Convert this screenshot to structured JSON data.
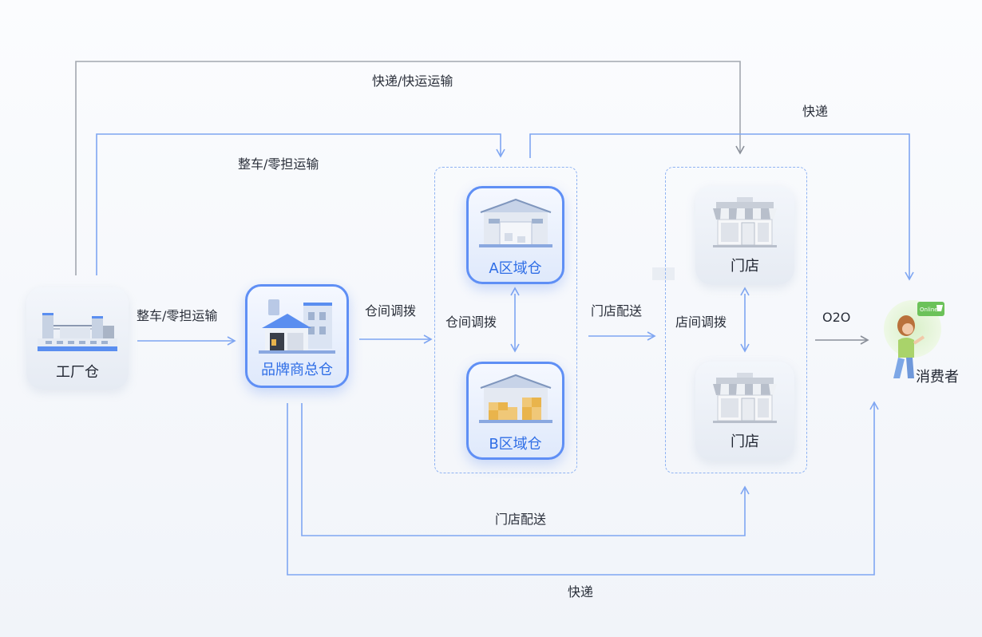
{
  "colors": {
    "flow_blue": "#7fa6f2",
    "flow_gray": "#a2a7b0",
    "accent_blue": "#2f6ee6"
  },
  "nodes": {
    "factory": {
      "label": "工厂仓",
      "icon": "factory-icon"
    },
    "brand_hq": {
      "label": "品牌商总仓",
      "icon": "warehouse-icon"
    },
    "region_a": {
      "label": "A区域仓",
      "icon": "warehouse-icon"
    },
    "region_b": {
      "label": "B区域仓",
      "icon": "warehouse-boxes-icon"
    },
    "store_1": {
      "label": "门店",
      "icon": "storefront-icon"
    },
    "store_2": {
      "label": "门店",
      "icon": "storefront-icon"
    },
    "consumer": {
      "label": "消费者",
      "icon": "consumer-online-shopping-icon",
      "badge_text": "Online"
    }
  },
  "edges": {
    "express_freight_top": "快递/快运运输",
    "express_top_right": "快递",
    "ftl_ltl_upper": "整车/零担运输",
    "ftl_ltl_factory_brand": "整车/零担运输",
    "transfer_brand_region": "仓间调拨",
    "transfer_between_regions": "仓间调拨",
    "store_delivery_mid": "门店配送",
    "transfer_between_stores": "店间调拨",
    "o2o": "O2O",
    "store_delivery_bottom": "门店配送",
    "express_bottom": "快递"
  }
}
